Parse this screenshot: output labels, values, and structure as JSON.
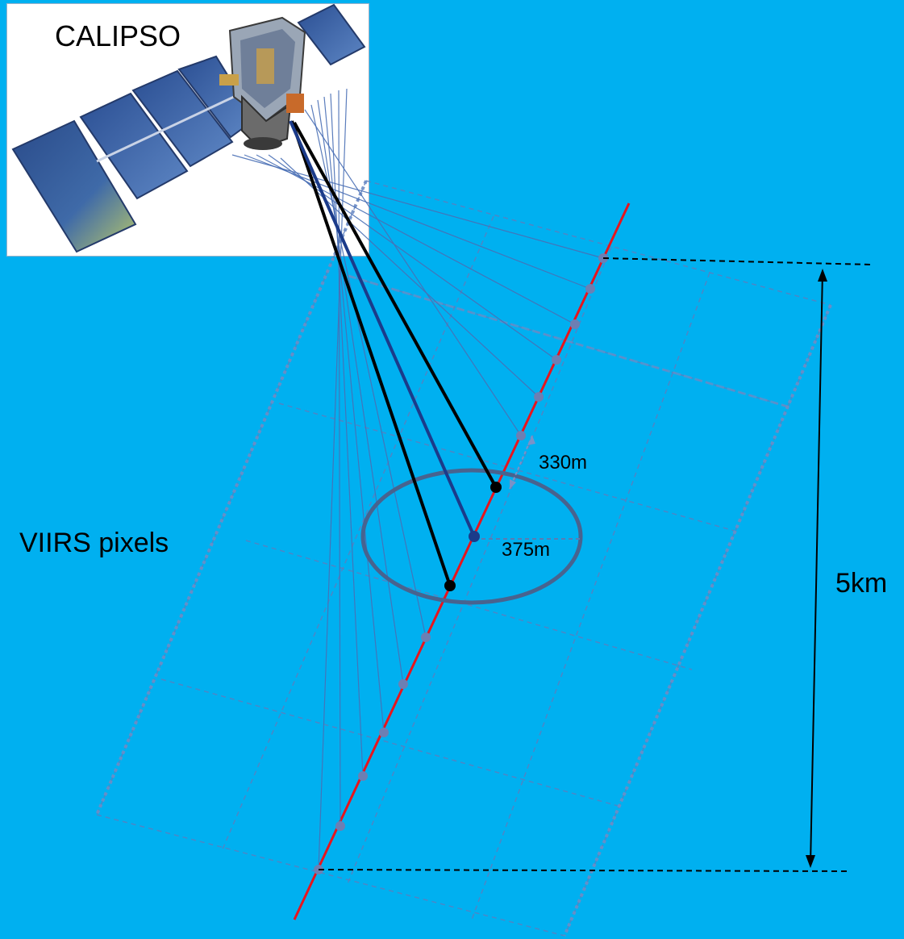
{
  "labels": {
    "satellite": "CALIPSO",
    "pixels": "VIIRS pixels",
    "spacing": "330m",
    "radius": "375m",
    "height": "5km"
  },
  "colors": {
    "background": "#00b0f0",
    "track": "#e8141c",
    "grid": "#5b7fbf",
    "beam": "#4a6fb5",
    "footprint": "#48638f",
    "center_beam": "#1b3b8a",
    "edge_beam": "#000000",
    "shot_point": "#6d7fb3"
  },
  "icons": [
    "calipso-satellite-image"
  ]
}
